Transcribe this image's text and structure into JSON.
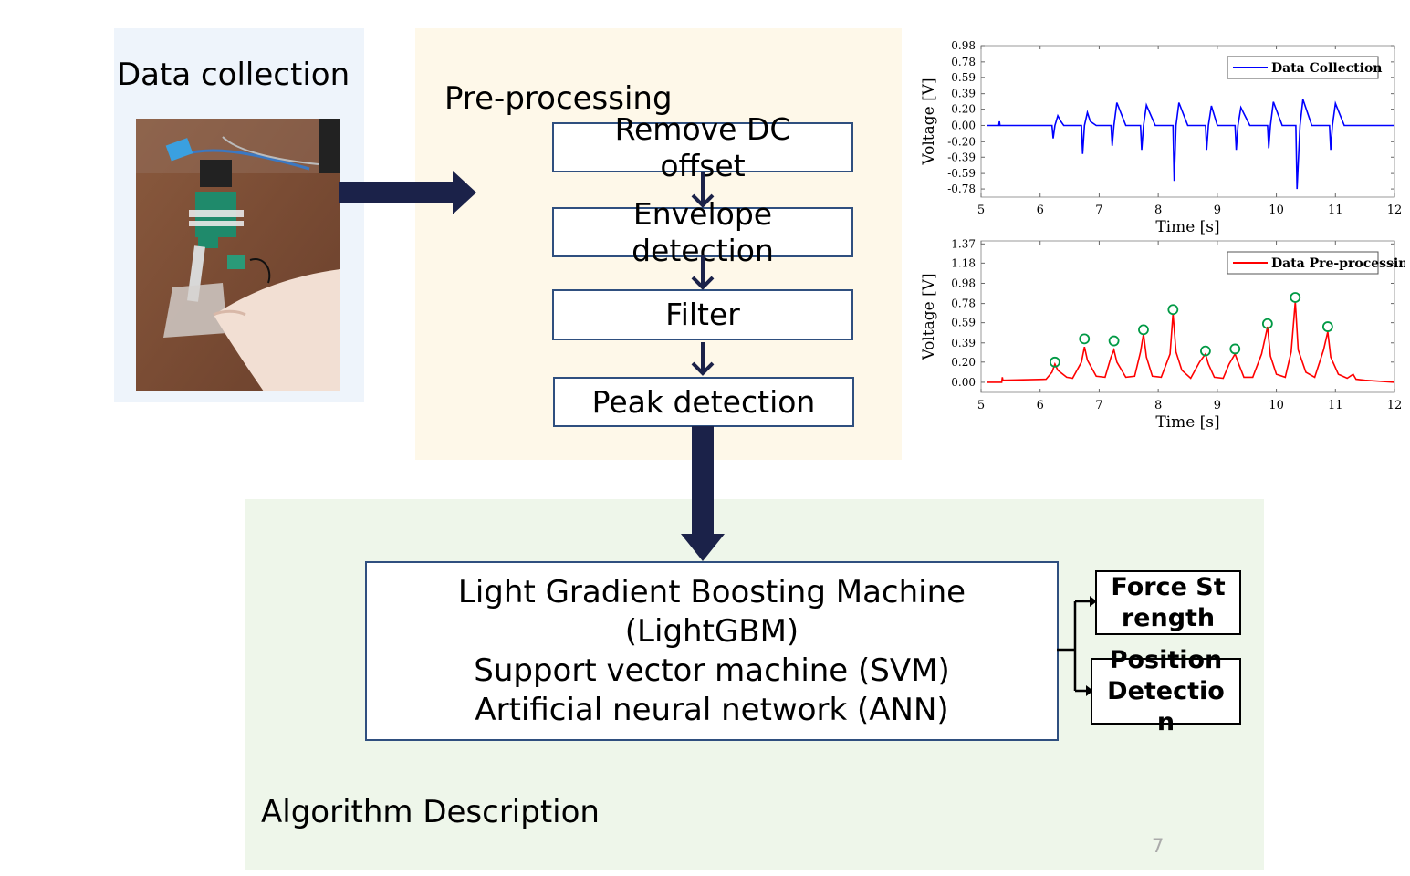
{
  "sections": {
    "data_collection": "Data collection",
    "preprocessing": "Pre-processing",
    "algorithm": "Algorithm Description"
  },
  "steps": [
    "Remove DC offset",
    "Envelope detection",
    "Filter",
    "Peak detection"
  ],
  "models": [
    "Light Gradient Boosting Machine",
    "(LightGBM)",
    "Support vector machine (SVM)",
    "Artificial neural network (ANN)"
  ],
  "outputs": [
    "Force Strength",
    "Position Detection"
  ],
  "page_number": "7",
  "photo": {
    "icon": "sensor-setup-photo"
  },
  "colors": {
    "data_bg": "#eef4fb",
    "pre_bg": "#fef8e9",
    "algo_bg": "#eef6ea",
    "arrow": "#1b2249",
    "box_border": "#2f4f7f",
    "series1": "#0000ff",
    "series2": "#ff0000",
    "peak_marker": "#009944"
  },
  "chart_data": [
    {
      "type": "line",
      "title": "",
      "xlabel": "Time [s]",
      "ylabel": "Voltage [V]",
      "xlim": [
        5,
        12
      ],
      "ylim": [
        -0.88,
        0.98
      ],
      "xticks": [
        "5",
        "6",
        "7",
        "8",
        "9",
        "10",
        "11",
        "12"
      ],
      "yticks": [
        "0.98",
        "0.78",
        "0.59",
        "0.39",
        "0.20",
        "0.00",
        "-0.20",
        "-0.39",
        "-0.59",
        "-0.78"
      ],
      "legend_position": "top-right",
      "series": [
        {
          "name": "Data Collection",
          "x": [
            5.1,
            5.3,
            5.31,
            5.32,
            6.1,
            6.2,
            6.22,
            6.25,
            6.3,
            6.35,
            6.4,
            6.5,
            6.62,
            6.7,
            6.72,
            6.75,
            6.8,
            6.85,
            6.95,
            7.15,
            7.2,
            7.22,
            7.25,
            7.3,
            7.45,
            7.65,
            7.7,
            7.72,
            7.75,
            7.8,
            7.95,
            8.15,
            8.25,
            8.27,
            8.3,
            8.35,
            8.5,
            8.7,
            8.8,
            8.82,
            8.85,
            8.9,
            9.0,
            9.2,
            9.3,
            9.32,
            9.35,
            9.4,
            9.55,
            9.75,
            9.85,
            9.87,
            9.9,
            9.95,
            10.1,
            10.25,
            10.33,
            10.35,
            10.4,
            10.45,
            10.6,
            10.8,
            10.9,
            10.92,
            10.95,
            11.0,
            11.15,
            11.3,
            11.4,
            12.0
          ],
          "y": [
            0.0,
            0.0,
            0.05,
            0.0,
            0.0,
            0.0,
            -0.16,
            0.0,
            0.12,
            0.05,
            0.0,
            0.0,
            0.0,
            0.0,
            -0.35,
            0.0,
            0.16,
            0.05,
            0.0,
            0.0,
            0.0,
            -0.25,
            0.0,
            0.28,
            0.0,
            0.0,
            0.0,
            -0.3,
            0.0,
            0.25,
            0.0,
            0.0,
            0.0,
            -0.68,
            0.0,
            0.28,
            0.0,
            0.0,
            0.0,
            -0.3,
            0.0,
            0.24,
            0.0,
            0.0,
            0.0,
            -0.3,
            0.0,
            0.22,
            0.0,
            0.0,
            0.0,
            -0.28,
            0.0,
            0.29,
            0.0,
            0.0,
            0.0,
            -0.78,
            0.0,
            0.32,
            0.0,
            0.0,
            0.0,
            -0.3,
            0.0,
            0.27,
            0.0,
            0.0,
            0.0,
            0.0
          ]
        }
      ]
    },
    {
      "type": "line",
      "title": "",
      "xlabel": "Time [s]",
      "ylabel": "Voltage [V]",
      "xlim": [
        5,
        12
      ],
      "ylim": [
        -0.1,
        1.4
      ],
      "xticks": [
        "5",
        "6",
        "7",
        "8",
        "9",
        "10",
        "11",
        "12"
      ],
      "yticks": [
        "1.37",
        "1.18",
        "0.98",
        "0.78",
        "0.59",
        "0.39",
        "0.20",
        "0.00"
      ],
      "legend_position": "top-right",
      "series": [
        {
          "name": "Data Pre-processing",
          "x": [
            5.1,
            5.35,
            5.36,
            5.37,
            6.1,
            6.2,
            6.25,
            6.3,
            6.45,
            6.55,
            6.7,
            6.75,
            6.8,
            6.95,
            7.1,
            7.2,
            7.25,
            7.3,
            7.45,
            7.6,
            7.7,
            7.75,
            7.8,
            7.9,
            8.05,
            8.2,
            8.25,
            8.3,
            8.4,
            8.55,
            8.7,
            8.8,
            8.85,
            8.95,
            9.1,
            9.2,
            9.3,
            9.35,
            9.45,
            9.6,
            9.75,
            9.85,
            9.9,
            10.0,
            10.15,
            10.25,
            10.32,
            10.37,
            10.5,
            10.65,
            10.8,
            10.87,
            10.92,
            11.05,
            11.2,
            11.3,
            11.35,
            11.5,
            12.0
          ],
          "y": [
            0.0,
            0.0,
            0.05,
            0.02,
            0.03,
            0.1,
            0.18,
            0.12,
            0.05,
            0.04,
            0.2,
            0.35,
            0.22,
            0.06,
            0.05,
            0.25,
            0.32,
            0.2,
            0.05,
            0.06,
            0.3,
            0.48,
            0.25,
            0.06,
            0.05,
            0.28,
            0.68,
            0.3,
            0.12,
            0.04,
            0.2,
            0.28,
            0.18,
            0.05,
            0.04,
            0.18,
            0.28,
            0.2,
            0.05,
            0.05,
            0.28,
            0.55,
            0.26,
            0.08,
            0.05,
            0.3,
            0.8,
            0.32,
            0.1,
            0.05,
            0.32,
            0.5,
            0.25,
            0.08,
            0.04,
            0.08,
            0.03,
            0.02,
            0.0
          ]
        }
      ],
      "peaks": {
        "x": [
          6.25,
          6.75,
          7.25,
          7.75,
          8.25,
          8.8,
          9.3,
          9.85,
          10.32,
          10.87
        ],
        "y": [
          0.2,
          0.43,
          0.41,
          0.52,
          0.72,
          0.31,
          0.33,
          0.58,
          0.84,
          0.55
        ]
      }
    }
  ]
}
